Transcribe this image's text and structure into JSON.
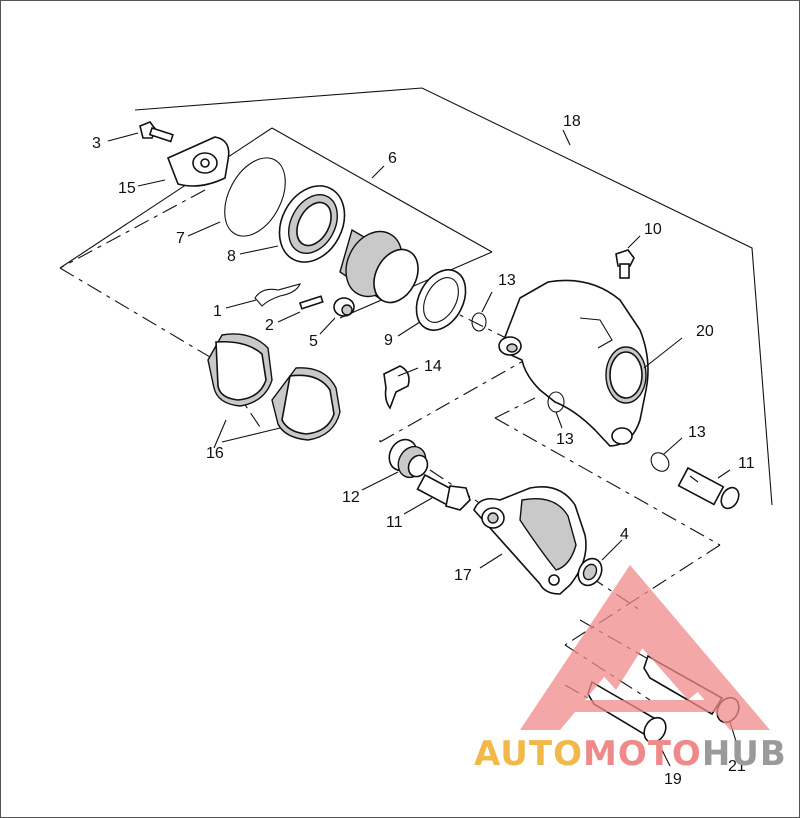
{
  "diagram": {
    "callouts": [
      {
        "id": "c18",
        "text": "18"
      },
      {
        "id": "c3",
        "text": "3"
      },
      {
        "id": "c15",
        "text": "15"
      },
      {
        "id": "c6",
        "text": "6"
      },
      {
        "id": "c7",
        "text": "7"
      },
      {
        "id": "c8",
        "text": "8"
      },
      {
        "id": "c1",
        "text": "1"
      },
      {
        "id": "c2",
        "text": "2"
      },
      {
        "id": "c5",
        "text": "5"
      },
      {
        "id": "c9",
        "text": "9"
      },
      {
        "id": "c13a",
        "text": "13"
      },
      {
        "id": "c10",
        "text": "10"
      },
      {
        "id": "c20",
        "text": "20"
      },
      {
        "id": "c14",
        "text": "14"
      },
      {
        "id": "c16",
        "text": "16"
      },
      {
        "id": "c13b",
        "text": "13"
      },
      {
        "id": "c13c",
        "text": "13"
      },
      {
        "id": "c11a",
        "text": "11"
      },
      {
        "id": "c12",
        "text": "12"
      },
      {
        "id": "c11b",
        "text": "11"
      },
      {
        "id": "c4",
        "text": "4"
      },
      {
        "id": "c17",
        "text": "17"
      },
      {
        "id": "c19",
        "text": "19"
      },
      {
        "id": "c21",
        "text": "21"
      }
    ]
  },
  "watermark": {
    "part1": "AUTO",
    "part2": "MOTO",
    "part3": "HUB",
    "colors": {
      "auto": "#f0b94a",
      "moto": "#f08a8a",
      "hub": "#9a9a9a",
      "triangle": "#f08a8a"
    }
  }
}
